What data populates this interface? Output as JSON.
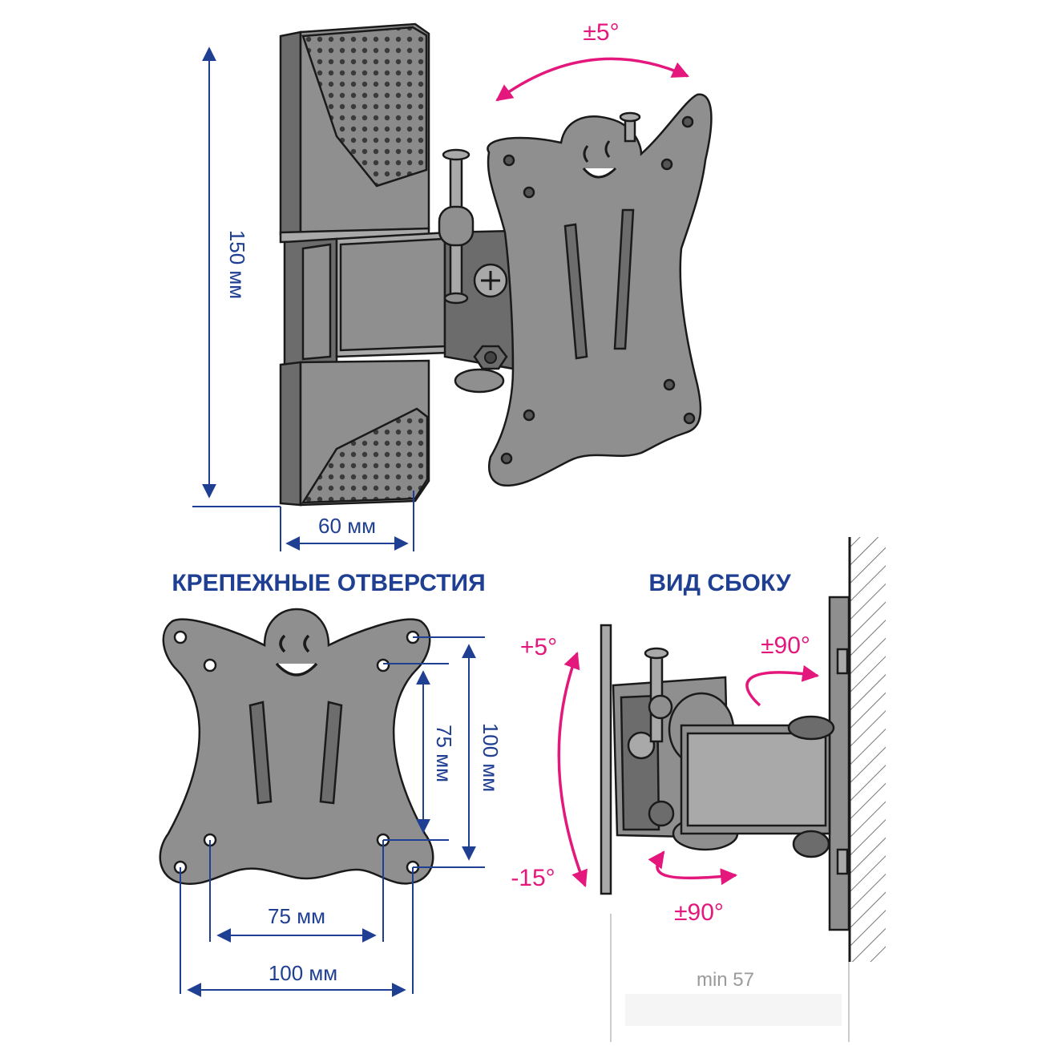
{
  "figure": {
    "headings": {
      "mounting_holes": "КРЕПЕЖНЫЕ ОТВЕРСТИЯ",
      "side_view": "ВИД СБОКУ"
    },
    "dimensions": {
      "height": "150 мм",
      "width": "60 мм",
      "vesa_inner_vertical": "75 мм",
      "vesa_outer_vertical": "100 мм",
      "vesa_inner_horizontal": "75 мм",
      "vesa_outer_horizontal": "100 мм",
      "min_distance": "min 57"
    },
    "angles": {
      "swivel_top": "±5°",
      "tilt_up": "+5°",
      "tilt_down": "-15°",
      "rotate_wall": "±90°",
      "rotate_bottom": "±90°"
    },
    "colors": {
      "dimension": "#1f3f93",
      "angle": "#e4177d",
      "metal": "#8f8f8f",
      "outline": "#1a1a1a"
    }
  }
}
